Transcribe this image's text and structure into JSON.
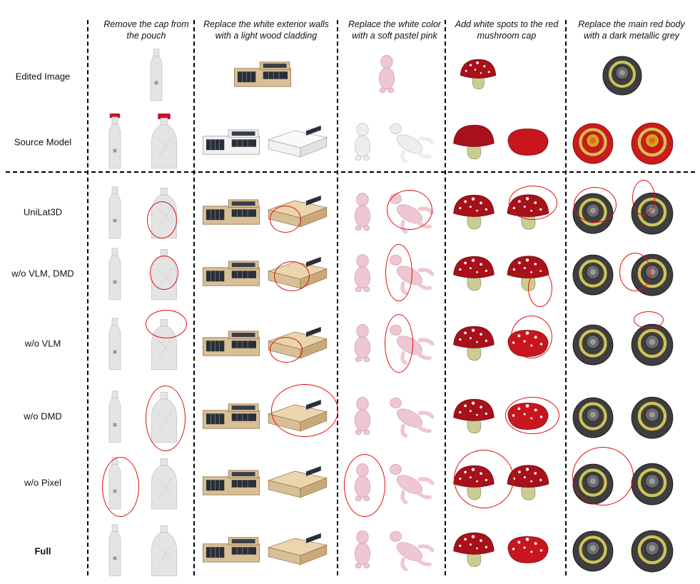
{
  "columns": [
    {
      "header": "Remove the cap from the pouch",
      "object": "pouch"
    },
    {
      "header": "Replace the white exterior walls with a light wood cladding",
      "object": "house"
    },
    {
      "header": "Replace the white color with a soft pastel pink",
      "object": "animal"
    },
    {
      "header": "Add white spots to the red mushroom cap",
      "object": "mushroom"
    },
    {
      "header": "Replace the main red body with a dark metallic grey",
      "object": "gear"
    }
  ],
  "rows": [
    {
      "label": "Edited Image",
      "bold": false
    },
    {
      "label": "Source Model",
      "bold": false
    },
    {
      "label": "UniLat3D",
      "bold": false
    },
    {
      "label": "w/o VLM, DMD",
      "bold": false
    },
    {
      "label": "w/o VLM",
      "bold": false
    },
    {
      "label": "w/o DMD",
      "bold": false
    },
    {
      "label": "w/o Pixel",
      "bold": false
    },
    {
      "label": "Full",
      "bold": true
    }
  ],
  "colors": {
    "highlight_ring": "#e01010",
    "divider": "#000000",
    "pouch_white": "#e6e6e6",
    "cap_red": "#c8102e",
    "wood": "#d9bf95",
    "house_white": "#f2f2f2",
    "pastel_pink": "#efc7d2",
    "mushroom_red": "#a8101a",
    "stem_olive": "#cbcc92",
    "metal_grey": "#3e3e3e",
    "gold": "#cfc25a",
    "body_red": "#cc1b1b"
  }
}
